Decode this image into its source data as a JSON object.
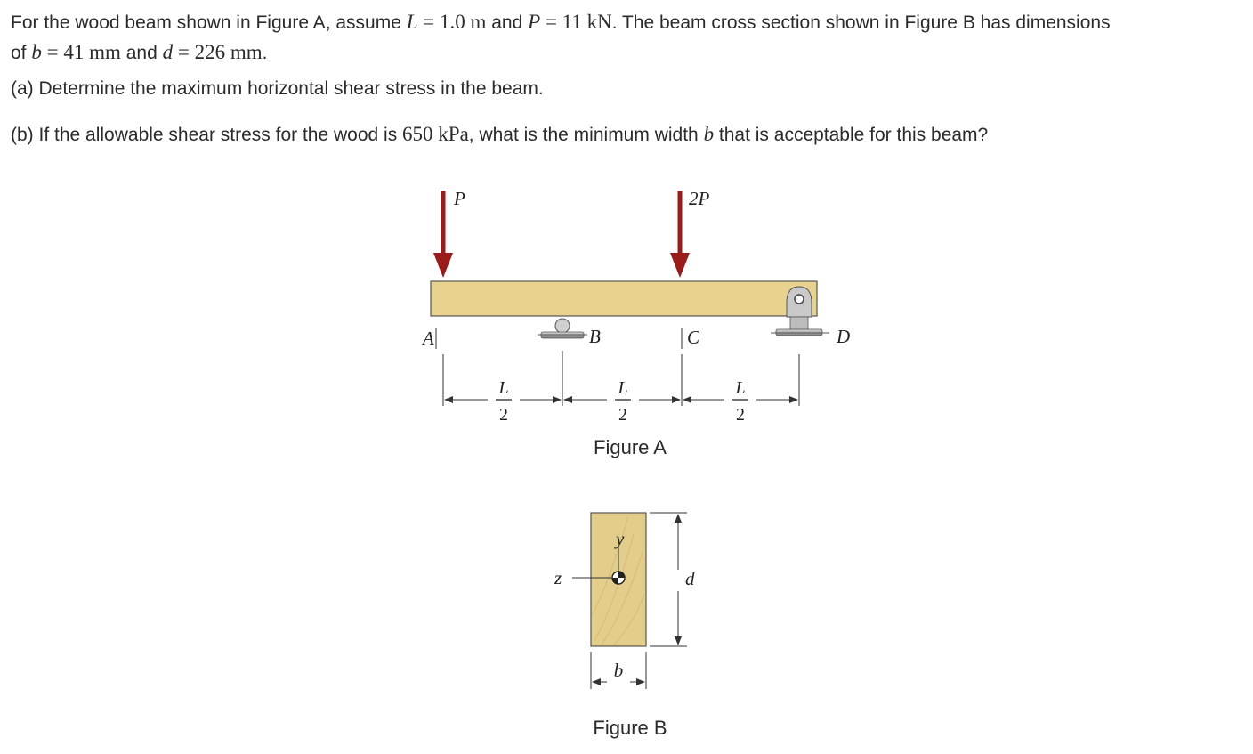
{
  "problem": {
    "intro_1": "For the wood beam shown in Figure A, assume ",
    "L_sym": "L",
    "eq": " = ",
    "L_val": "1.0 m",
    "and_1": " and ",
    "P_sym": "P",
    "P_val": "11 kN",
    "intro_2": ". The beam cross section shown in Figure B has dimensions",
    "of": "of ",
    "b_sym": "b",
    "b_val": "41 mm",
    "and_2": " and ",
    "d_sym": "d",
    "d_val": "226 mm",
    "period": ".",
    "part_a": "(a) Determine the maximum horizontal shear stress in the beam.",
    "part_b_1": "(b) If the allowable shear stress for the wood is ",
    "part_b_val": "650 kPa",
    "part_b_2": ", what is the minimum width ",
    "part_b_sym": "b",
    "part_b_3": " that is acceptable for this beam?"
  },
  "figure_a": {
    "load_1": "P",
    "load_2": "2P",
    "point_a": "A",
    "point_b": "B",
    "point_c": "C",
    "point_d": "D",
    "dim_num": "L",
    "dim_den": "2",
    "caption": "Figure A",
    "colors": {
      "beam": "#e8d38e",
      "load": "#9b1b1b",
      "support": "#9a9a9a"
    }
  },
  "figure_b": {
    "axis_y": "y",
    "axis_z": "z",
    "dim_d": "d",
    "dim_b": "b",
    "caption": "Figure B",
    "colors": {
      "wood": "#e3cd8a"
    }
  }
}
